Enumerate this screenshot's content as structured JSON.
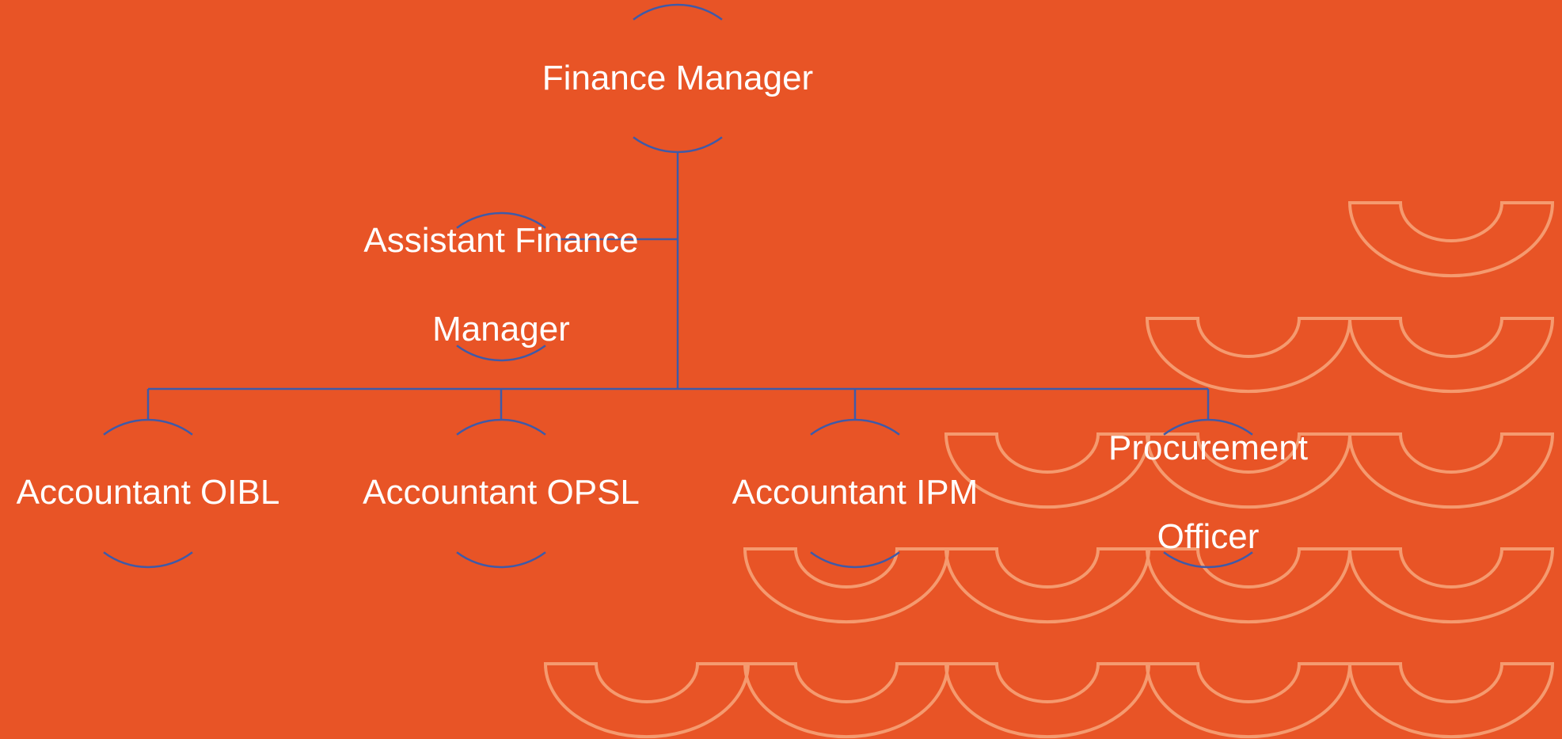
{
  "colors": {
    "background": "#E85426",
    "connector": "#3F5AA8",
    "node_arc": "#3F5AA8",
    "decoration": "#F59A6F",
    "text": "#FFFFFF"
  },
  "org_chart": {
    "root": "Finance Manager",
    "assistant": [
      "Assistant Finance",
      "Manager"
    ],
    "reports": [
      {
        "id": "oibl",
        "lines": [
          "Accountant OIBL"
        ]
      },
      {
        "id": "opsl",
        "lines": [
          "Accountant OPSL"
        ]
      },
      {
        "id": "ipm",
        "lines": [
          "Accountant IPM"
        ]
      },
      {
        "id": "procurement",
        "lines": [
          "Procurement",
          "Officer"
        ]
      }
    ]
  }
}
